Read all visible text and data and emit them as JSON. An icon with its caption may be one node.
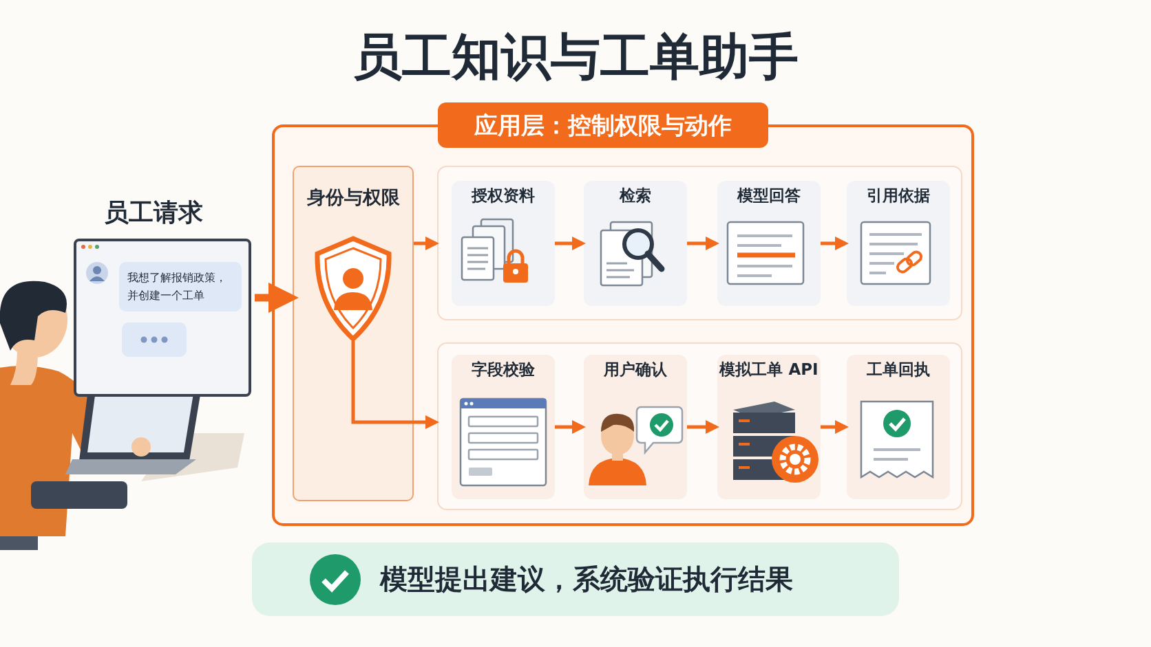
{
  "diagram": {
    "title": "员工知识与工单助手",
    "nodes": [
      {
        "text": [
          "员工请求",
          "我想了解报销政策，并创建一个工单"
        ]
      },
      {
        "text": [
          "应用层：控制权限与动作"
        ]
      },
      {
        "text": [
          "身份与权限"
        ],
        "in": 1
      },
      {
        "text": [],
        "shape": "box",
        "in": 1
      },
      {
        "text": [
          "授权资料"
        ],
        "in": 3
      },
      {
        "text": [
          "检索"
        ],
        "in": 3
      },
      {
        "text": [
          "模型回答"
        ],
        "in": 3
      },
      {
        "text": [
          "引用依据"
        ],
        "in": 3
      },
      {
        "text": [],
        "shape": "box",
        "in": 1
      },
      {
        "text": [
          "字段校验"
        ],
        "in": 8
      },
      {
        "text": [
          "用户确认"
        ],
        "in": 8
      },
      {
        "text": [
          "模拟工单 API"
        ],
        "in": 8
      },
      {
        "text": [
          "工单回执"
        ],
        "in": 8
      },
      {
        "text": [
          "模型提出建议，系统验证执行结果"
        ]
      }
    ],
    "edges": [
      {
        "from": 0,
        "to": 2,
        "arrow": "to",
        "style": "thick"
      },
      {
        "from": 2,
        "to": 3,
        "arrow": "to"
      },
      {
        "from": 2,
        "to": 8,
        "arrow": "to"
      },
      {
        "from": 4,
        "to": 5,
        "arrow": "to"
      },
      {
        "from": 5,
        "to": 6,
        "arrow": "to"
      },
      {
        "from": 6,
        "to": 7,
        "arrow": "to"
      },
      {
        "from": 9,
        "to": 10,
        "arrow": "to"
      },
      {
        "from": 10,
        "to": 11,
        "arrow": "to"
      },
      {
        "from": 11,
        "to": 12,
        "arrow": "to"
      }
    ]
  }
}
